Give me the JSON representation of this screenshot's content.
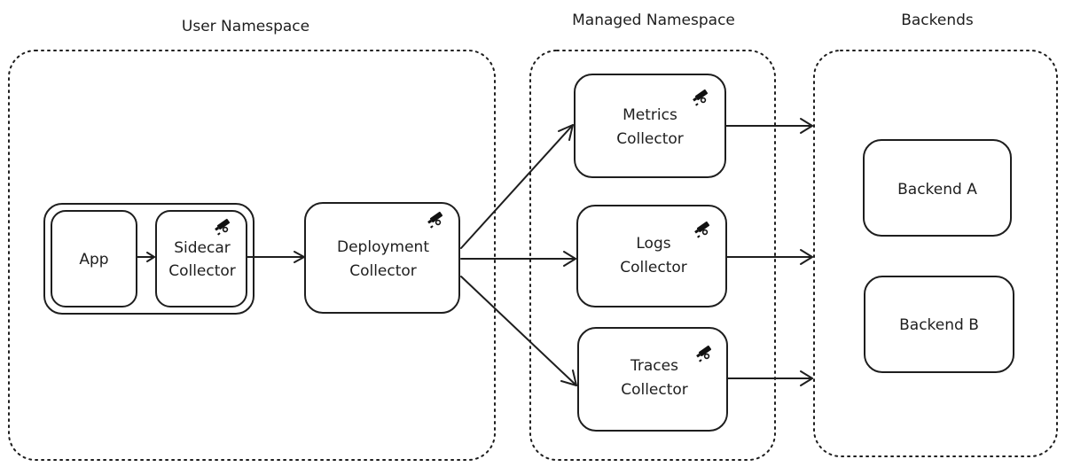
{
  "namespaces": {
    "user": {
      "title": "User Namespace"
    },
    "managed": {
      "title": "Managed Namespace"
    },
    "backends": {
      "title": "Backends"
    }
  },
  "nodes": {
    "app": {
      "lines": [
        "App"
      ]
    },
    "sidecar": {
      "lines": [
        "Sidecar",
        "Collector"
      ],
      "icon": "telescope-icon"
    },
    "deployment": {
      "lines": [
        "Deployment",
        "Collector"
      ],
      "icon": "telescope-icon"
    },
    "metrics": {
      "lines": [
        "Metrics",
        "Collector"
      ],
      "icon": "telescope-icon"
    },
    "logs": {
      "lines": [
        "Logs",
        "Collector"
      ],
      "icon": "telescope-icon"
    },
    "traces": {
      "lines": [
        "Traces",
        "Collector"
      ],
      "icon": "telescope-icon"
    },
    "backend_a": {
      "lines": [
        "Backend A"
      ]
    },
    "backend_b": {
      "lines": [
        "Backend B"
      ]
    }
  },
  "edges": [
    {
      "from": "App",
      "to": "Sidecar Collector"
    },
    {
      "from": "Sidecar Collector",
      "to": "Deployment Collector"
    },
    {
      "from": "Deployment Collector",
      "to": "Metrics Collector"
    },
    {
      "from": "Deployment Collector",
      "to": "Logs Collector"
    },
    {
      "from": "Deployment Collector",
      "to": "Traces Collector"
    },
    {
      "from": "Metrics Collector",
      "to": "Backends"
    },
    {
      "from": "Logs Collector",
      "to": "Backends"
    },
    {
      "from": "Traces Collector",
      "to": "Backends"
    }
  ]
}
